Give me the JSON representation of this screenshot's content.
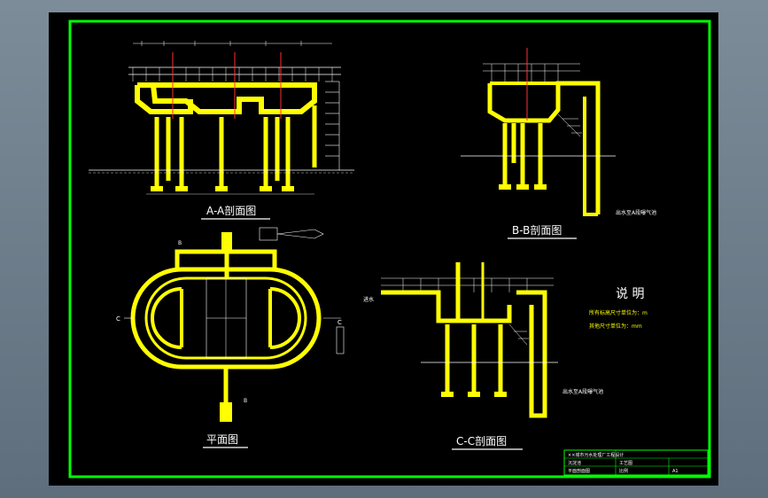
{
  "titles": {
    "section_aa": "A-A剖面图",
    "section_bb": "B-B剖面图",
    "plan": "平面图",
    "section_cc": "C-C剖面图"
  },
  "notes": {
    "heading": "说 明",
    "line1": "所有标高尺寸单位为：m",
    "line2": "其他尺寸单位为：mm"
  },
  "callouts": {
    "bb_outlet": "出水至A段曝气池",
    "cc_outlet": "出水至A段曝气池",
    "cc_inlet": "进水",
    "plan_left": "C",
    "plan_right": "C",
    "plan_top": "B",
    "plan_bottom": "B"
  },
  "title_block": {
    "row1": "××城市污水处理厂工程设计",
    "row2_left": "沉淀池",
    "row2_right": "工艺图",
    "row3_left": "平面剖面图",
    "row3_mid": "比例",
    "row3_right": "A1"
  },
  "colors": {
    "frame_green": "#00ff00",
    "structure_yellow": "#ffff00",
    "line_white": "#ffffff",
    "background": "#000000"
  }
}
